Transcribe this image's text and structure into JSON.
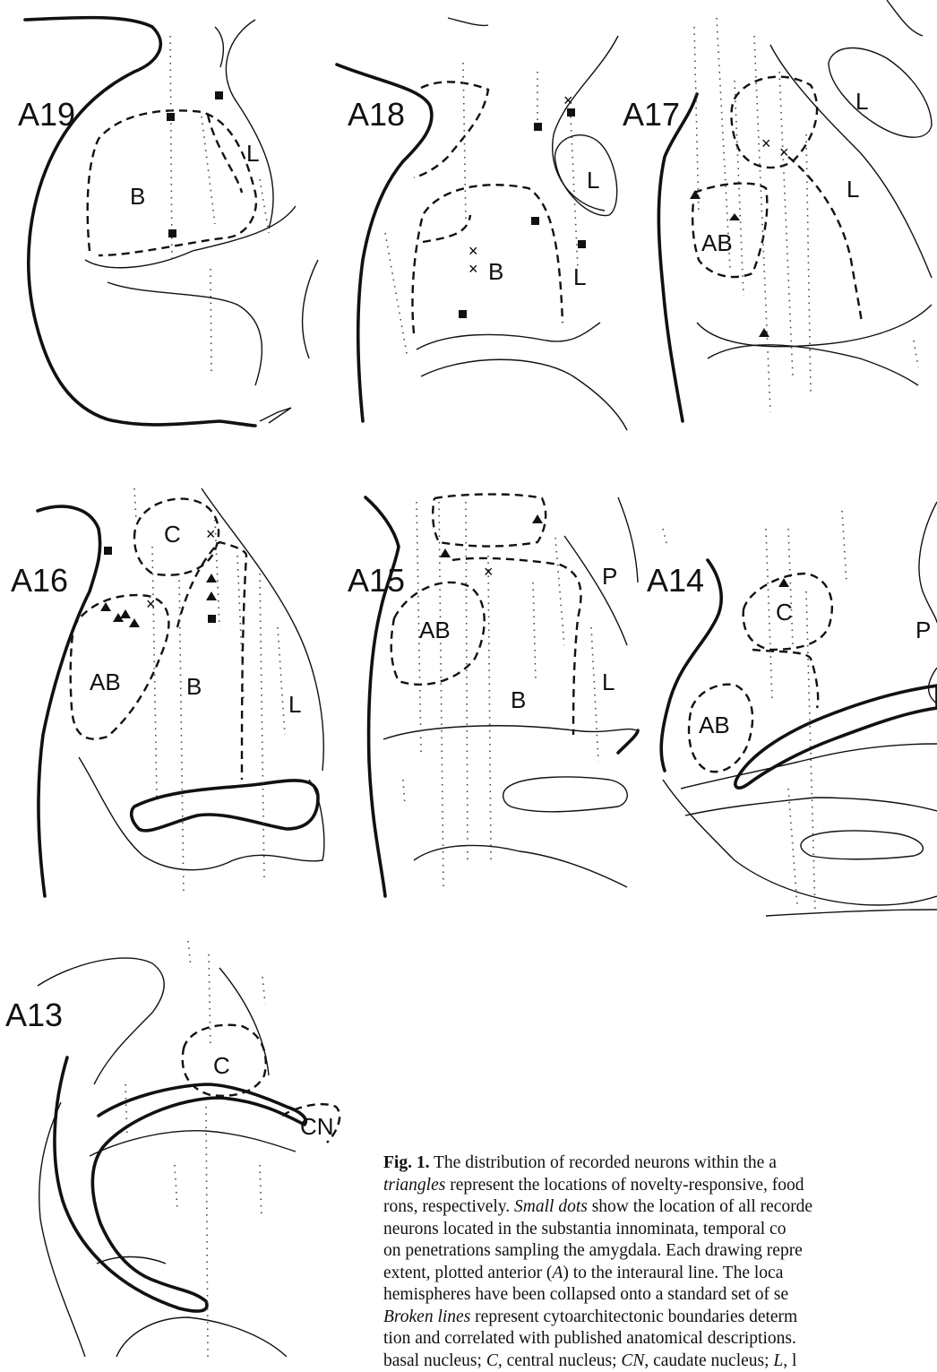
{
  "panels": [
    {
      "id": "A19",
      "label": "A19",
      "nuclei": [
        "B",
        "L"
      ]
    },
    {
      "id": "A18",
      "label": "A18",
      "nuclei": [
        "B",
        "L",
        "L"
      ]
    },
    {
      "id": "A17",
      "label": "A17",
      "nuclei": [
        "AB",
        "L",
        "L"
      ]
    },
    {
      "id": "A16",
      "label": "A16",
      "nuclei": [
        "C",
        "AB",
        "B",
        "L"
      ]
    },
    {
      "id": "A15",
      "label": "A15",
      "nuclei": [
        "AB",
        "B",
        "L",
        "P"
      ]
    },
    {
      "id": "A14",
      "label": "A14",
      "nuclei": [
        "C",
        "AB",
        "P"
      ]
    },
    {
      "id": "A13",
      "label": "A13",
      "nuclei": [
        "C",
        "CN"
      ]
    }
  ],
  "caption": {
    "fig_label": "Fig. 1.",
    "lines": [
      [
        {
          "t": "The distribution of recorded neurons within the a"
        }
      ],
      [
        {
          "t": "triangles",
          "i": true
        },
        {
          "t": " represent the locations of novelty-responsive, food"
        }
      ],
      [
        {
          "t": "rons, respectively. "
        },
        {
          "t": "Small dots",
          "i": true
        },
        {
          "t": " show the location of all recorde"
        }
      ],
      [
        {
          "t": "neurons located in the substantia innominata, temporal co"
        }
      ],
      [
        {
          "t": "on penetrations sampling the amygdala. Each drawing repre"
        }
      ],
      [
        {
          "t": "extent, plotted anterior ("
        },
        {
          "t": "A",
          "i": true
        },
        {
          "t": ") to the interaural line. The loca"
        }
      ],
      [
        {
          "t": "hemispheres have been collapsed onto a standard set of se"
        }
      ],
      [
        {
          "t": "Broken lines",
          "i": true
        },
        {
          "t": " represent cytoarchitectonic boundaries determ"
        }
      ],
      [
        {
          "t": "tion and correlated with published anatomical descriptions."
        }
      ],
      [
        {
          "t": "basal nucleus; "
        },
        {
          "t": "C",
          "i": true
        },
        {
          "t": ", central nucleus; "
        },
        {
          "t": "CN",
          "i": true
        },
        {
          "t": ", caudate nucleus; "
        },
        {
          "t": "L",
          "i": true
        },
        {
          "t": ", l"
        }
      ]
    ]
  }
}
